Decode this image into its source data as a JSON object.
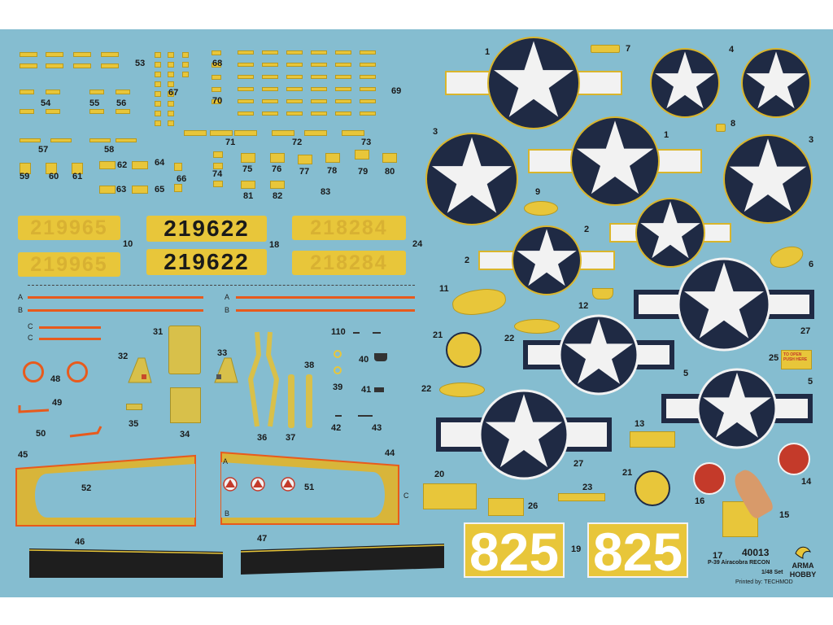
{
  "sheet": {
    "product_code": "40013",
    "product_name": "P-39 Airacobra RECON",
    "scale": "1/48 Set",
    "printer": "Printed by: TECHMOD",
    "brand_line1": "ARMA",
    "brand_line2": "HOBBY"
  },
  "serials": {
    "s10": "219965",
    "s18": "219622",
    "s24": "218284",
    "s19": "825"
  },
  "letters": {
    "a": "A",
    "b": "B",
    "c": "C"
  },
  "markings": {
    "m25_text": "TO OPEN PUSH HERE"
  },
  "numbers": {
    "n1": "1",
    "n2": "2",
    "n3": "3",
    "n4": "4",
    "n5": "5",
    "n6": "6",
    "n7": "7",
    "n8": "8",
    "n9": "9",
    "n10": "10",
    "n11": "11",
    "n12": "12",
    "n13": "13",
    "n14": "14",
    "n15": "15",
    "n16": "16",
    "n17": "17",
    "n18": "18",
    "n19": "19",
    "n20": "20",
    "n21": "21",
    "n22": "22",
    "n23": "23",
    "n24": "24",
    "n25": "25",
    "n26": "26",
    "n27": "27",
    "n31": "31",
    "n32": "32",
    "n33": "33",
    "n34": "34",
    "n35": "35",
    "n36": "36",
    "n37": "37",
    "n38": "38",
    "n39": "39",
    "n40": "40",
    "n41": "41",
    "n42": "42",
    "n43": "43",
    "n44": "44",
    "n45": "45",
    "n46": "46",
    "n47": "47",
    "n48": "48",
    "n49": "49",
    "n50": "50",
    "n51": "51",
    "n52": "52",
    "n53": "53",
    "n54": "54",
    "n55": "55",
    "n56": "56",
    "n57": "57",
    "n58": "58",
    "n59": "59",
    "n60": "60",
    "n61": "61",
    "n62": "62",
    "n63": "63",
    "n64": "64",
    "n65": "65",
    "n66": "66",
    "n67": "67",
    "n68": "68",
    "n69": "69",
    "n70": "70",
    "n71": "71",
    "n72": "72",
    "n73": "73",
    "n74": "74",
    "n75": "75",
    "n76": "76",
    "n77": "77",
    "n78": "78",
    "n79": "79",
    "n80": "80",
    "n81": "81",
    "n82": "82",
    "n83": "83",
    "n110": "110"
  },
  "colors": {
    "sheet_bg": "#85bdd0",
    "insignia_blue": "#1f2a44",
    "insignia_white": "#f2f2f2",
    "outline_yellow": "#d9b52c",
    "decal_yellow": "#e8c63a",
    "stencil_red": "#e85a1c",
    "anti_glare": "#1e1e1e"
  }
}
